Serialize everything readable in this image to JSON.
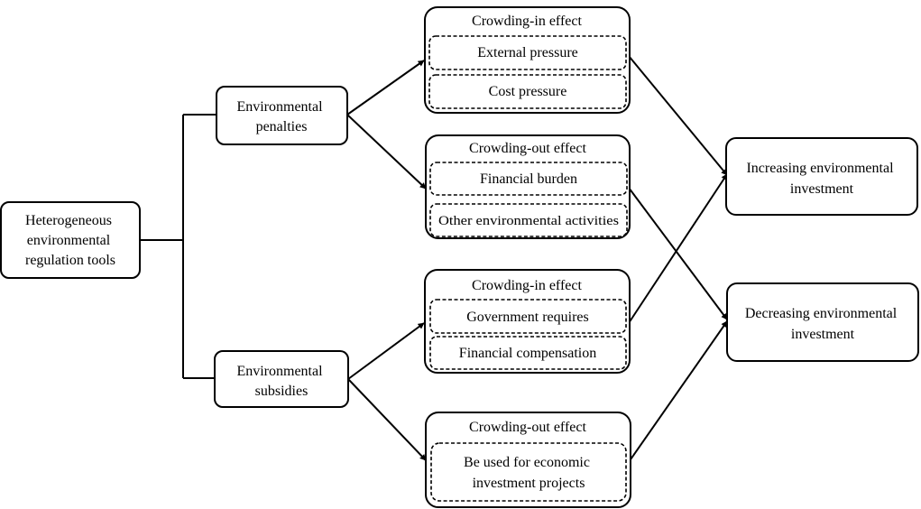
{
  "root": {
    "lines": [
      "Heterogeneous",
      "environmental",
      "regulation tools"
    ]
  },
  "tools": {
    "penalties": {
      "lines": [
        "Environmental",
        "penalties"
      ]
    },
    "subsidies": {
      "lines": [
        "Environmental",
        "subsidies"
      ]
    }
  },
  "effects": {
    "penalties_in": {
      "title": "Crowding-in effect",
      "items": [
        "External pressure",
        "Cost pressure"
      ]
    },
    "penalties_out": {
      "title": "Crowding-out effect",
      "items": [
        "Financial burden",
        "Other environmental activities"
      ]
    },
    "subsidies_in": {
      "title": "Crowding-in effect",
      "items": [
        "Government requires",
        "Financial compensation"
      ]
    },
    "subsidies_out": {
      "title": "Crowding-out effect",
      "item_lines": [
        "Be used for economic",
        "investment projects"
      ]
    }
  },
  "outcomes": {
    "increasing": {
      "lines": [
        "Increasing environmental",
        "investment"
      ]
    },
    "decreasing": {
      "lines": [
        "Decreasing environmental",
        "investment"
      ]
    }
  }
}
